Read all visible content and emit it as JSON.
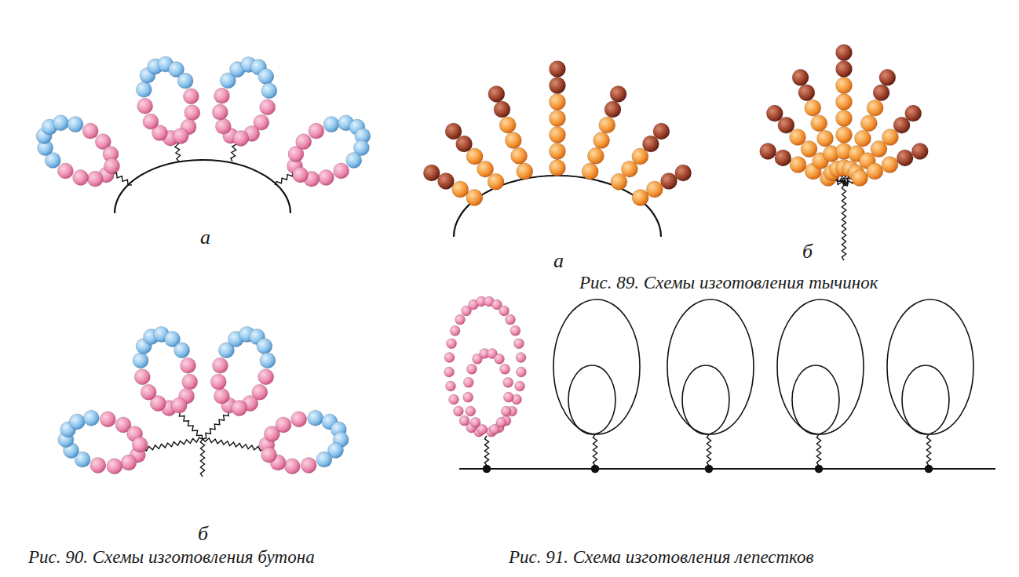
{
  "diagram": {
    "labels": [
      "а",
      "а",
      "б",
      "Рис. 89. Схемы изготовления тычинок",
      "б",
      "Рис. 90. Схемы изготовления бутона",
      "Рис. 91. Схема изготовления лепестков"
    ]
  }
}
